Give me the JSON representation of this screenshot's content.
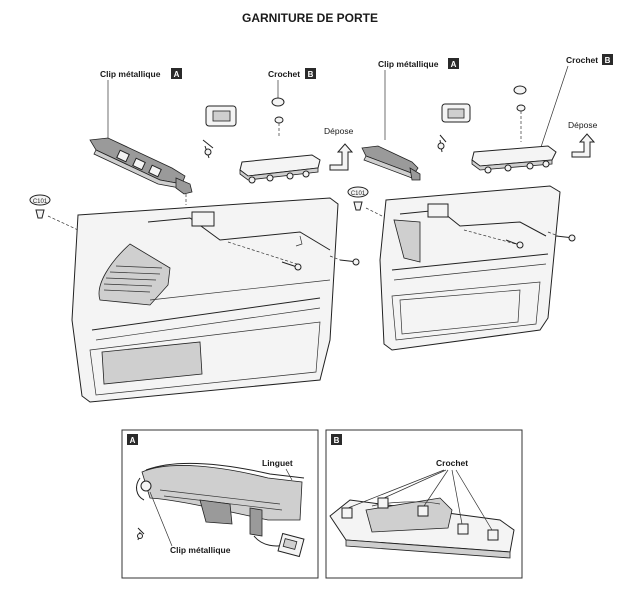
{
  "title": "GARNITURE DE PORTE",
  "labels": {
    "clip_metallique": "Clip métallique",
    "crochet": "Crochet",
    "depose": "Dépose",
    "linguet": "Linguet",
    "c101": "C101"
  },
  "tags": {
    "a": "A",
    "b": "B"
  }
}
